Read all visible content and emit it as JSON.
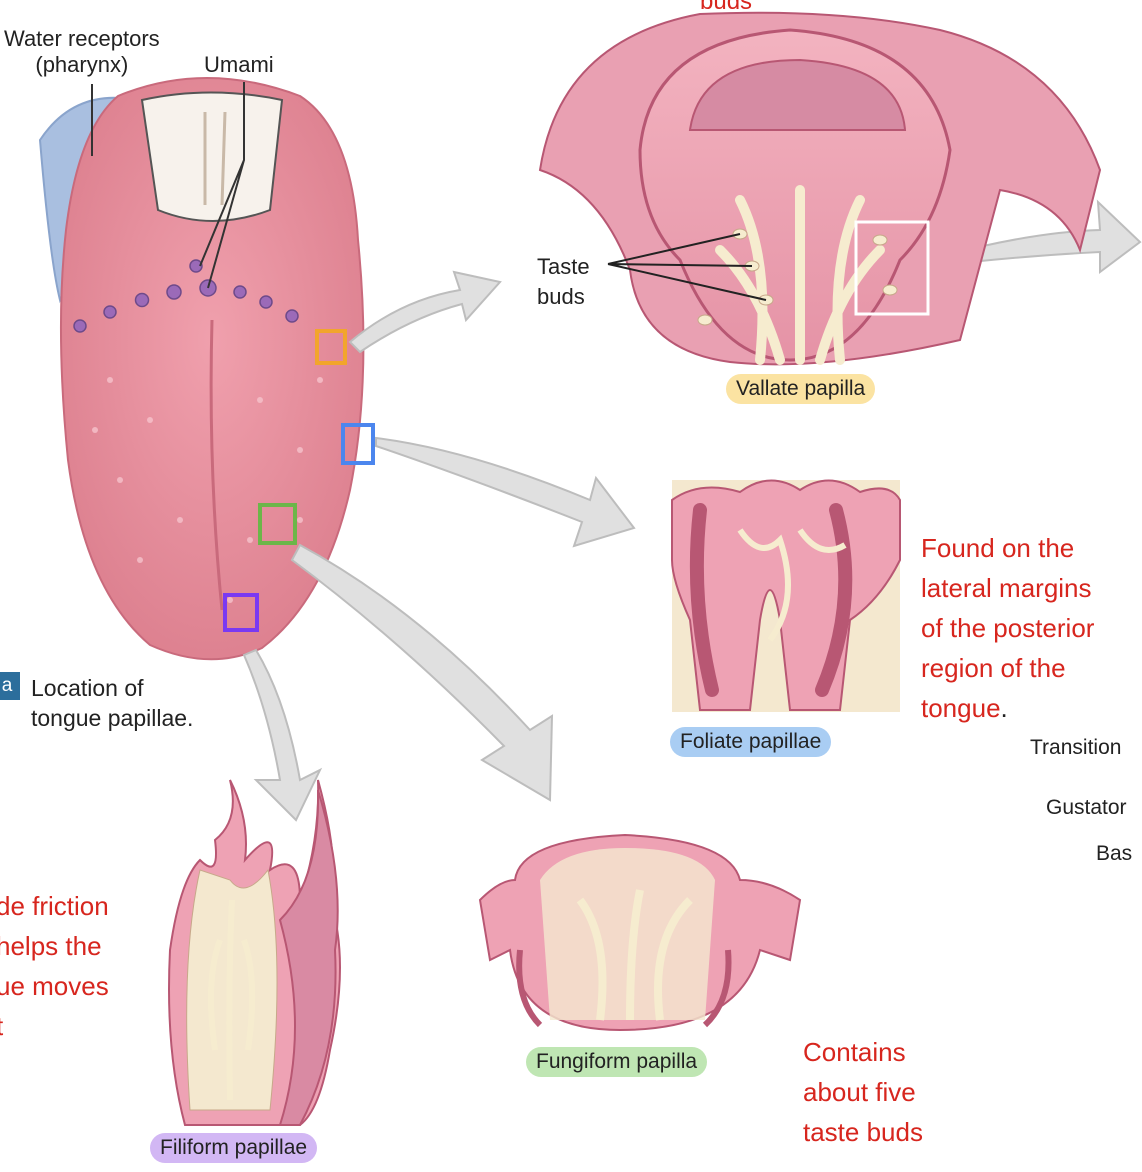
{
  "labels": {
    "water_receptors": "Water receptors\n(pharynx)",
    "umami": "Umami",
    "taste_buds": "Taste\nbuds",
    "top_cut": "buds",
    "badge": "a",
    "caption": "Location of\ntongue papillae.",
    "transition": "Transition",
    "gustatory": "Gustator",
    "basal": "Bas"
  },
  "papillae": {
    "vallate": "Vallate papilla",
    "foliate": "Foliate papillae",
    "fungiform": "Fungiform papilla",
    "filiform": "Filiform papillae"
  },
  "notes": {
    "foliate_note": "Found on the\nlateral margins\nof the posterior\nregion of the\ntongue",
    "period": ".",
    "fungiform_note": "Contains\nabout five\ntaste buds",
    "filiform_note": "de friction\nhelps the\nue moves\nt"
  },
  "colors": {
    "tongue": "#e88c9a",
    "papilla_fill": "#f0a3b3",
    "papilla_dark": "#b85773",
    "nerve": "#f6eccf",
    "arrow": "#dcdcdc",
    "pharynx": "#a9bfe0",
    "vallate_pill": "#fbe3a2",
    "foliate_pill": "#a9cdf3",
    "fungiform_pill": "#bfe6b3",
    "filiform_pill": "#d2b7f4",
    "box_orange": "#f2a52c",
    "box_blue": "#4c86ee",
    "box_green": "#6cb649",
    "box_purple": "#7a39f2",
    "note_red": "#d7261e"
  },
  "icons": [
    "tongue-illustration",
    "vallate-papilla-illustration",
    "foliate-papillae-illustration",
    "fungiform-papilla-illustration",
    "filiform-papillae-illustration"
  ]
}
